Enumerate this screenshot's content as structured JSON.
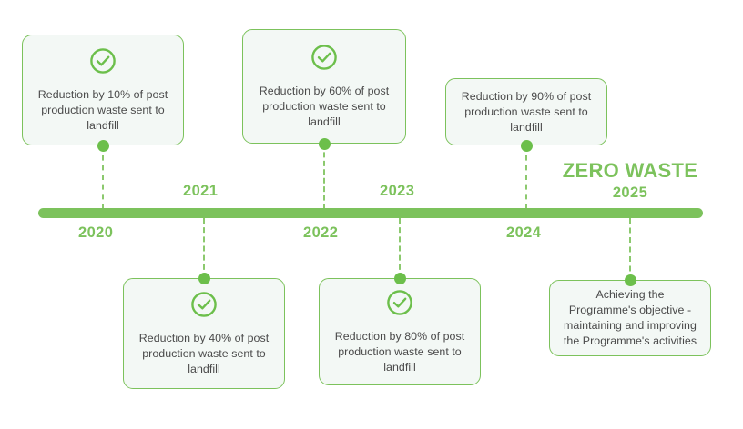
{
  "headline": {
    "title": "ZERO WASTE",
    "year": "2025"
  },
  "colors": {
    "bar": "#7cc25c",
    "dot": "#6cbf4b",
    "card_fill": "#f3f8f5",
    "card_border": "#7cc25c",
    "text": "#4a4a4a",
    "year_text": "#7cc25c",
    "connector": "#8cc96e"
  },
  "years": [
    {
      "label": "2020",
      "position": "below"
    },
    {
      "label": "2021",
      "position": "above"
    },
    {
      "label": "2022",
      "position": "below"
    },
    {
      "label": "2023",
      "position": "above"
    },
    {
      "label": "2024",
      "position": "below"
    },
    {
      "label": "2025",
      "position": "above"
    }
  ],
  "milestones": [
    {
      "year": "2020",
      "side": "top",
      "icon": "check-circle-icon",
      "has_icon": true,
      "text": "Reduction by 10% of post production waste sent to landfill"
    },
    {
      "year": "2021",
      "side": "bottom",
      "icon": "check-circle-icon",
      "has_icon": true,
      "text": "Reduction by 40% of post production waste sent to landfill"
    },
    {
      "year": "2022",
      "side": "top",
      "icon": "check-circle-icon",
      "has_icon": true,
      "text": "Reduction by 60% of post production waste sent to landfill"
    },
    {
      "year": "2023",
      "side": "bottom",
      "icon": "check-circle-icon",
      "has_icon": true,
      "text": "Reduction by 80% of post production waste sent to landfill"
    },
    {
      "year": "2024",
      "side": "top",
      "icon": null,
      "has_icon": false,
      "text": "Reduction by 90% of post production waste sent to landfill"
    },
    {
      "year": "2025",
      "side": "bottom",
      "icon": null,
      "has_icon": false,
      "text": "Achieving the Programme's objective - maintaining and improving the Programme's activities"
    }
  ]
}
